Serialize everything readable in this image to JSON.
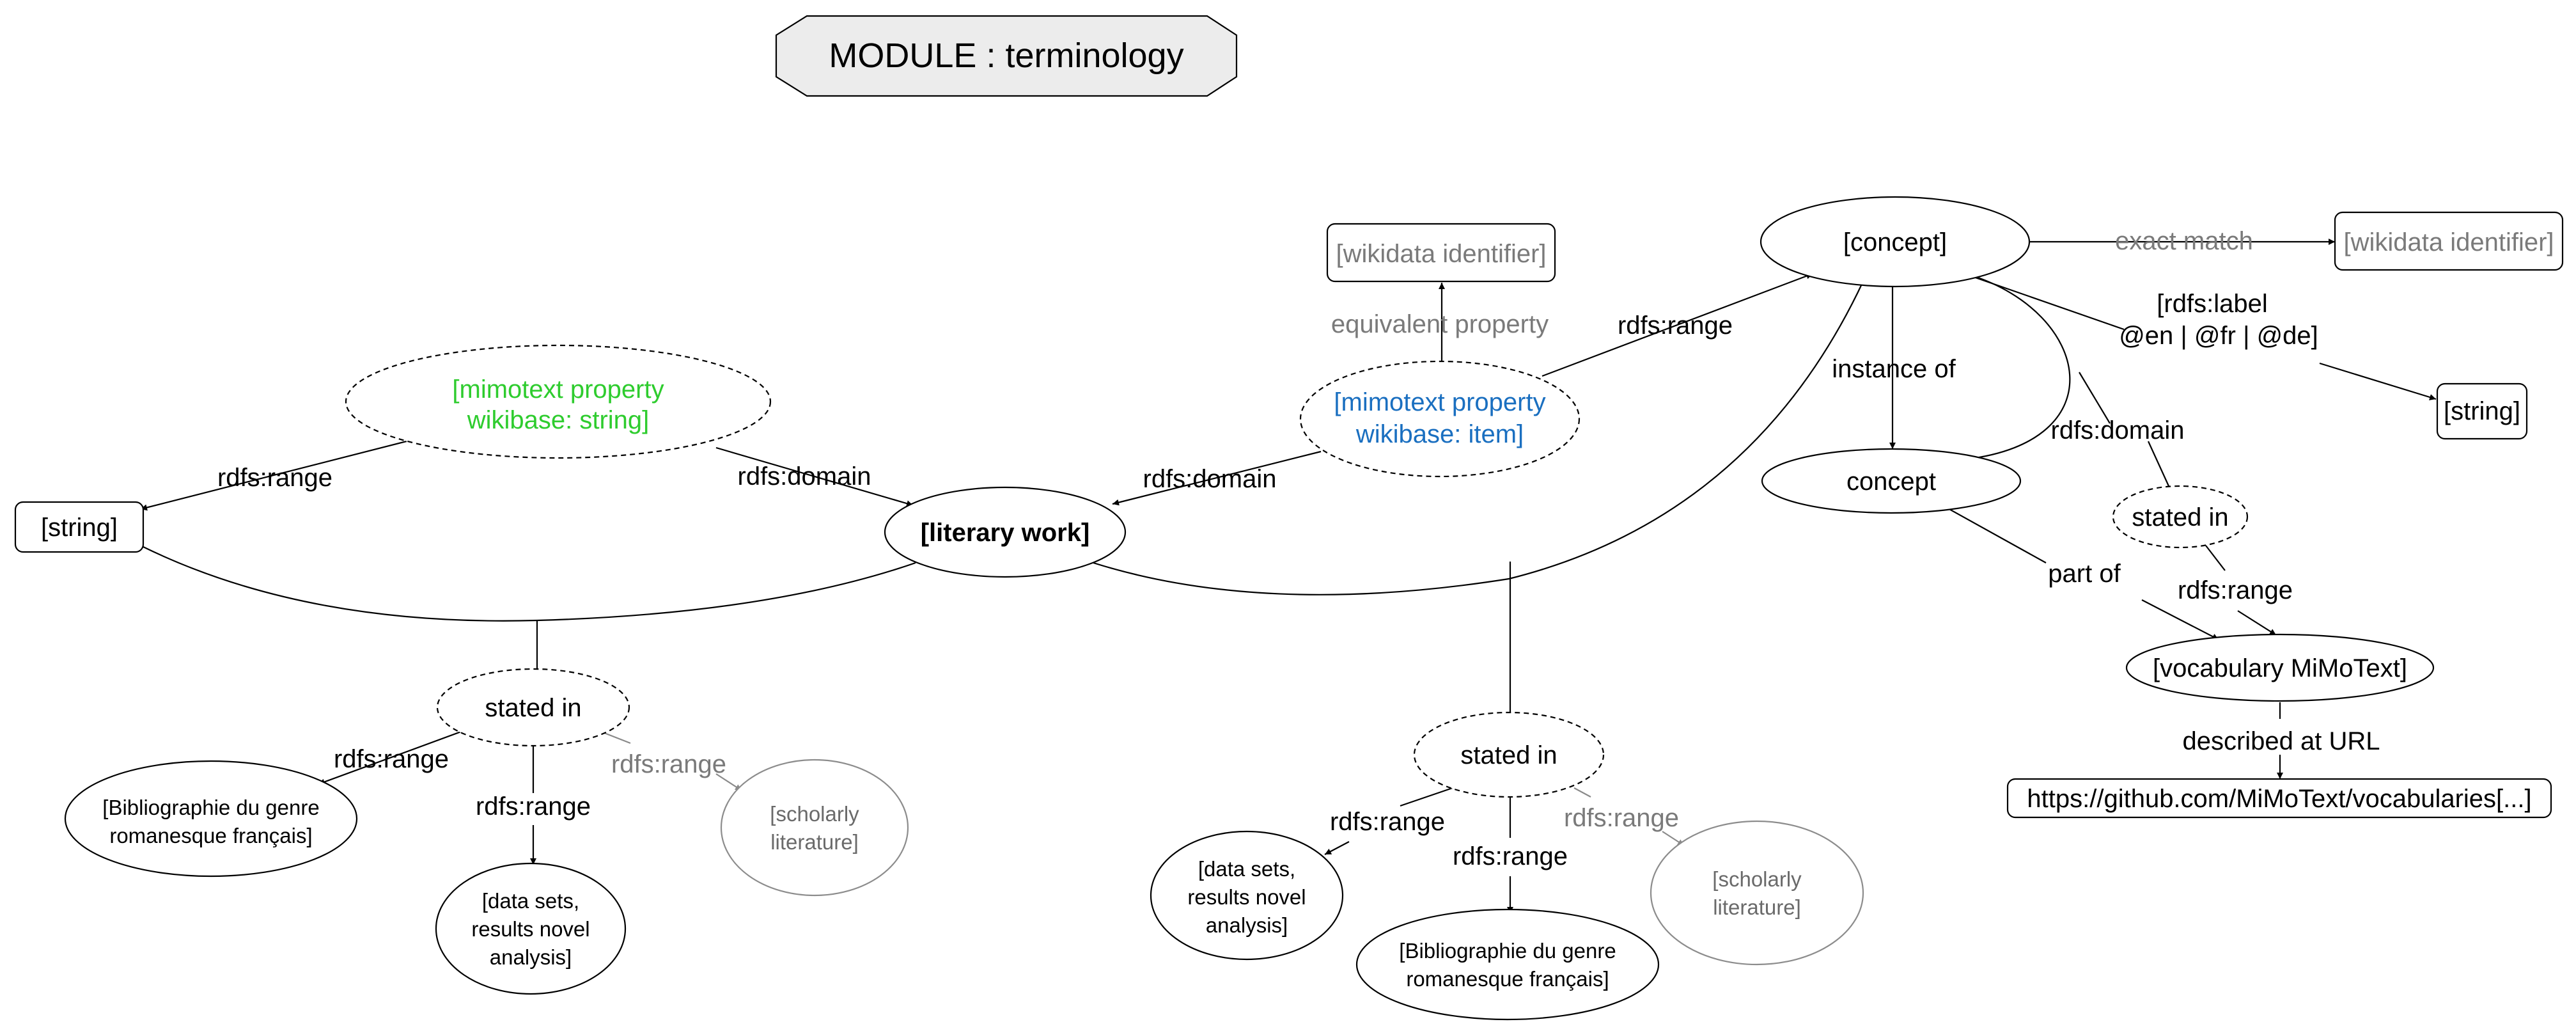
{
  "module": {
    "title": "MODULE : terminology"
  },
  "nodes": {
    "literary_work": "[literary work]",
    "string_left": "[string]",
    "prop_string_line1": "[mimotext property",
    "prop_string_line2": "wikibase: string]",
    "prop_item_line1": "[mimotext property",
    "prop_item_line2": "wikibase:  item]",
    "wikidata_id_top": "[wikidata identifier]",
    "wikidata_id_right": "[wikidata identifier]",
    "concept_main": "[concept]",
    "concept": "concept",
    "string_right": "[string]",
    "stated_in_right": "stated in",
    "vocabulary": "[vocabulary MiMoText]",
    "url": "https://github.com/MiMoText/vocabularies[...]",
    "stated_in_left": "stated in",
    "stated_in_mid": "stated in",
    "biblio_left_line1": "[Bibliographie du genre",
    "biblio_left_line2": "romanesque français]",
    "datasets_left_line1": "[data sets,",
    "datasets_left_line2": "results novel",
    "datasets_left_line3": "analysis]",
    "scholarly_left_line1": "[scholarly",
    "scholarly_left_line2": "literature]",
    "datasets_mid_line1": "[data sets,",
    "datasets_mid_line2": "results novel",
    "datasets_mid_line3": "analysis]",
    "biblio_mid_line1": "[Bibliographie du genre",
    "biblio_mid_line2": "romanesque français]",
    "scholarly_mid_line1": "[scholarly",
    "scholarly_mid_line2": "literature]"
  },
  "edges": {
    "rdfs_range_string": "rdfs:range",
    "rdfs_domain_string": "rdfs:domain",
    "rdfs_domain_item": "rdfs:domain",
    "equivalent_property": "equivalent property",
    "rdfs_range_item": "rdfs:range",
    "exact_match": "exact match",
    "rdfs_label_line1": "[rdfs:label",
    "rdfs_label_line2": "@en | @fr | @de]",
    "instance_of": "instance of",
    "rdfs_domain_right": "rdfs:domain",
    "part_of": "part of",
    "rdfs_range_right": "rdfs:range",
    "described_at_url": "described at URL",
    "left_range_biblio": "rdfs:range",
    "left_range_datasets": "rdfs:range",
    "left_range_scholarly": "rdfs:range",
    "mid_range_datasets": "rdfs:range",
    "mid_range_biblio": "rdfs:range",
    "mid_range_scholarly": "rdfs:range"
  },
  "colors": {
    "string_property": "#2ecc2e",
    "item_property": "#1a6fc0",
    "secondary_text": "#7a7a7a",
    "module_fill": "#ececec"
  }
}
